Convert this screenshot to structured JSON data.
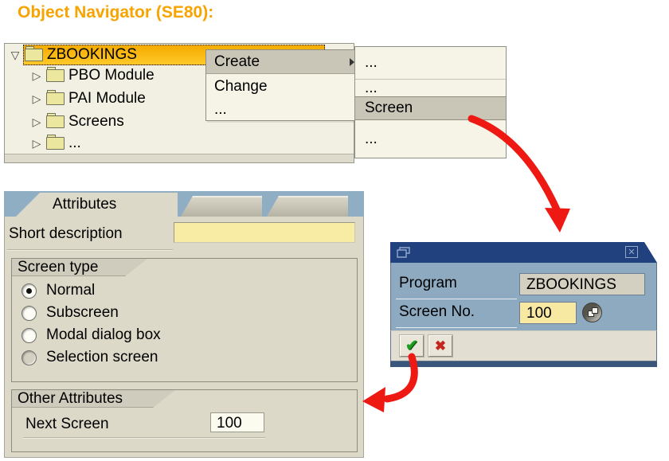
{
  "title": "Object Navigator (SE80):",
  "tree": {
    "items": [
      {
        "label": "ZBOOKINGS",
        "state": "expanded",
        "selected": true
      },
      {
        "label": "PBO Module",
        "state": "collapsed",
        "selected": false
      },
      {
        "label": "PAI Module",
        "state": "collapsed",
        "selected": false
      },
      {
        "label": "Screens",
        "state": "collapsed",
        "selected": false
      },
      {
        "label": "...",
        "state": "collapsed",
        "selected": false
      }
    ]
  },
  "context_menu": {
    "items": [
      {
        "label": "Create",
        "highlighted": true,
        "has_submenu": true
      },
      {
        "label": "Change",
        "highlighted": false,
        "has_submenu": false
      },
      {
        "label": "...",
        "highlighted": false,
        "has_submenu": false
      }
    ]
  },
  "submenu": {
    "items": [
      {
        "label": "...",
        "highlighted": false
      },
      {
        "label": "...",
        "highlighted": false
      },
      {
        "label": "Screen",
        "highlighted": true
      },
      {
        "label": "...",
        "highlighted": false
      }
    ]
  },
  "attributes_panel": {
    "tab_label": "Attributes",
    "short_description_label": "Short description",
    "short_description_value": "",
    "screen_type": {
      "label": "Screen type",
      "options": [
        {
          "label": "Normal",
          "selected": true
        },
        {
          "label": "Subscreen",
          "selected": false
        },
        {
          "label": "Modal dialog box",
          "selected": false
        },
        {
          "label": "Selection screen",
          "selected": false
        }
      ]
    },
    "other_attributes": {
      "label": "Other Attributes",
      "next_screen_label": "Next Screen",
      "next_screen_value": "100"
    }
  },
  "dialog": {
    "program_label": "Program",
    "program_value": "ZBOOKINGS",
    "screen_no_label": "Screen No.",
    "screen_no_value": "100",
    "confirm_glyph": "✔",
    "cancel_glyph": "✖",
    "close_glyph": "✕"
  },
  "glyphs": {
    "expander_open": "▽",
    "expander_closed": "▷"
  },
  "colors": {
    "title_orange": "#F7A300",
    "selection_amber": "#FBB515",
    "menu_highlight_gray": "#C9C6B7",
    "tabstrip_blue": "#8FAEC4",
    "panel_beige": "#DCD9C9",
    "input_yellow": "#F8EBA4",
    "dialog_title_navy": "#21407E",
    "dialog_body_blue": "#8EAAC0",
    "readonly_field_gray": "#D3D0C2",
    "arrow_red": "#EE1912",
    "confirm_green": "#1E9E1E",
    "cancel_red": "#C3261C"
  }
}
